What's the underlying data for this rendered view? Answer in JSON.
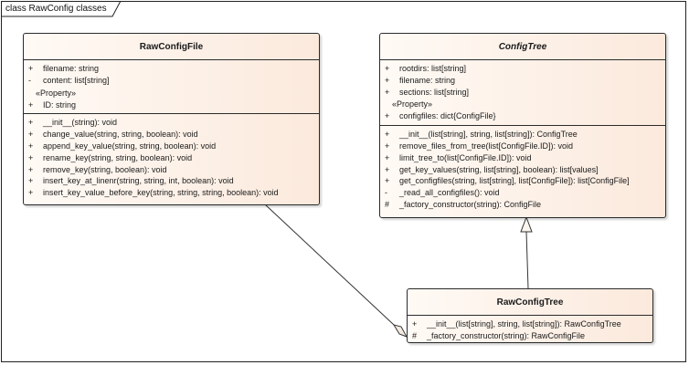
{
  "frame": {
    "title": "class RawConfig classes"
  },
  "classes": {
    "raw_config_file": {
      "name": "RawConfigFile",
      "abstract": false,
      "attributes": [
        {
          "vis": "+",
          "text": "filename: string"
        },
        {
          "vis": "-",
          "text": "content: list[string]"
        }
      ],
      "property_stereotype": "«Property»",
      "properties": [
        {
          "vis": "+",
          "text": "ID: string"
        }
      ],
      "operations": [
        {
          "vis": "+",
          "text": "__init__(string): void"
        },
        {
          "vis": "+",
          "text": "change_value(string, string, boolean): void"
        },
        {
          "vis": "+",
          "text": "append_key_value(string, string, boolean): void"
        },
        {
          "vis": "+",
          "text": "rename_key(string, string, boolean): void"
        },
        {
          "vis": "+",
          "text": "remove_key(string, boolean): void"
        },
        {
          "vis": "+",
          "text": "insert_key_at_linenr(string, string, int, boolean): void"
        },
        {
          "vis": "+",
          "text": "insert_key_value_before_key(string, string, string, boolean): void"
        }
      ]
    },
    "config_tree": {
      "name": "ConfigTree",
      "abstract": true,
      "attributes": [
        {
          "vis": "+",
          "text": "rootdirs: list[string]"
        },
        {
          "vis": "+",
          "text": "filename: string"
        },
        {
          "vis": "+",
          "text": "sections: list[string]"
        }
      ],
      "property_stereotype": "«Property»",
      "properties": [
        {
          "vis": "+",
          "text": "configfiles: dict{ConfigFile}"
        }
      ],
      "operations": [
        {
          "vis": "+",
          "text": "__init__(list[string], string, list[string]): ConfigTree"
        },
        {
          "vis": "+",
          "text": "remove_files_from_tree(list[ConfigFile.ID]): void"
        },
        {
          "vis": "+",
          "text": "limit_tree_to(list[ConfigFile.ID]): void"
        },
        {
          "vis": "+",
          "text": "get_key_values(string, list[string], boolean): list[values]"
        },
        {
          "vis": "+",
          "text": "get_configfiles(string, list[string], list[ConfigFile]): list[ConfigFile]"
        },
        {
          "vis": "-",
          "text": "_read_all_configfiles(): void"
        },
        {
          "vis": "#",
          "text": "_factory_constructor(string): ConfigFile"
        }
      ]
    },
    "raw_config_tree": {
      "name": "RawConfigTree",
      "abstract": false,
      "operations": [
        {
          "vis": "+",
          "text": "__init__(list[string], string, list[string]): RawConfigTree"
        },
        {
          "vis": "#",
          "text": "_factory_constructor(string): RawConfigFile"
        }
      ]
    }
  },
  "relationships": [
    {
      "type": "generalization",
      "from": "RawConfigTree",
      "to": "ConfigTree"
    },
    {
      "type": "aggregation",
      "whole": "RawConfigTree",
      "part": "RawConfigFile"
    }
  ],
  "colors": {
    "fill_start": "#fffaf5",
    "fill_end": "#fbe9dc",
    "line": "#2b2b2b"
  }
}
